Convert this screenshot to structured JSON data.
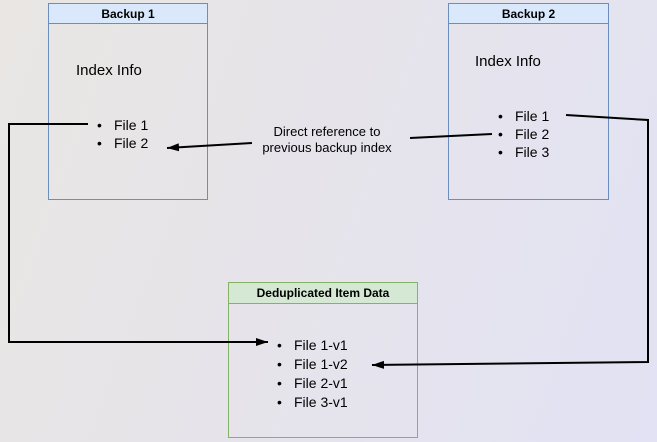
{
  "diagram": {
    "backup1": {
      "title": "Backup 1",
      "subtitle": "Index Info",
      "items": [
        "File 1",
        "File 2"
      ]
    },
    "backup2": {
      "title": "Backup 2",
      "subtitle": "Index Info",
      "items": [
        "File 1",
        "File 2",
        "File 3"
      ]
    },
    "dedup": {
      "title": "Deduplicated Item Data",
      "items": [
        "File 1-v1",
        "File 1-v2",
        "File 2-v1",
        "File 3-v1"
      ]
    },
    "edge_label": {
      "line1": "Direct reference to",
      "line2": "previous backup index"
    },
    "colors": {
      "blue_header_fill": "#dae8fc",
      "blue_border": "#6c8ebf",
      "green_header_fill": "#d5e8d4",
      "green_border": "#82b366",
      "connector": "#000000",
      "background_left": "#e9e6e3",
      "background_right": "#e2e2f4"
    }
  }
}
